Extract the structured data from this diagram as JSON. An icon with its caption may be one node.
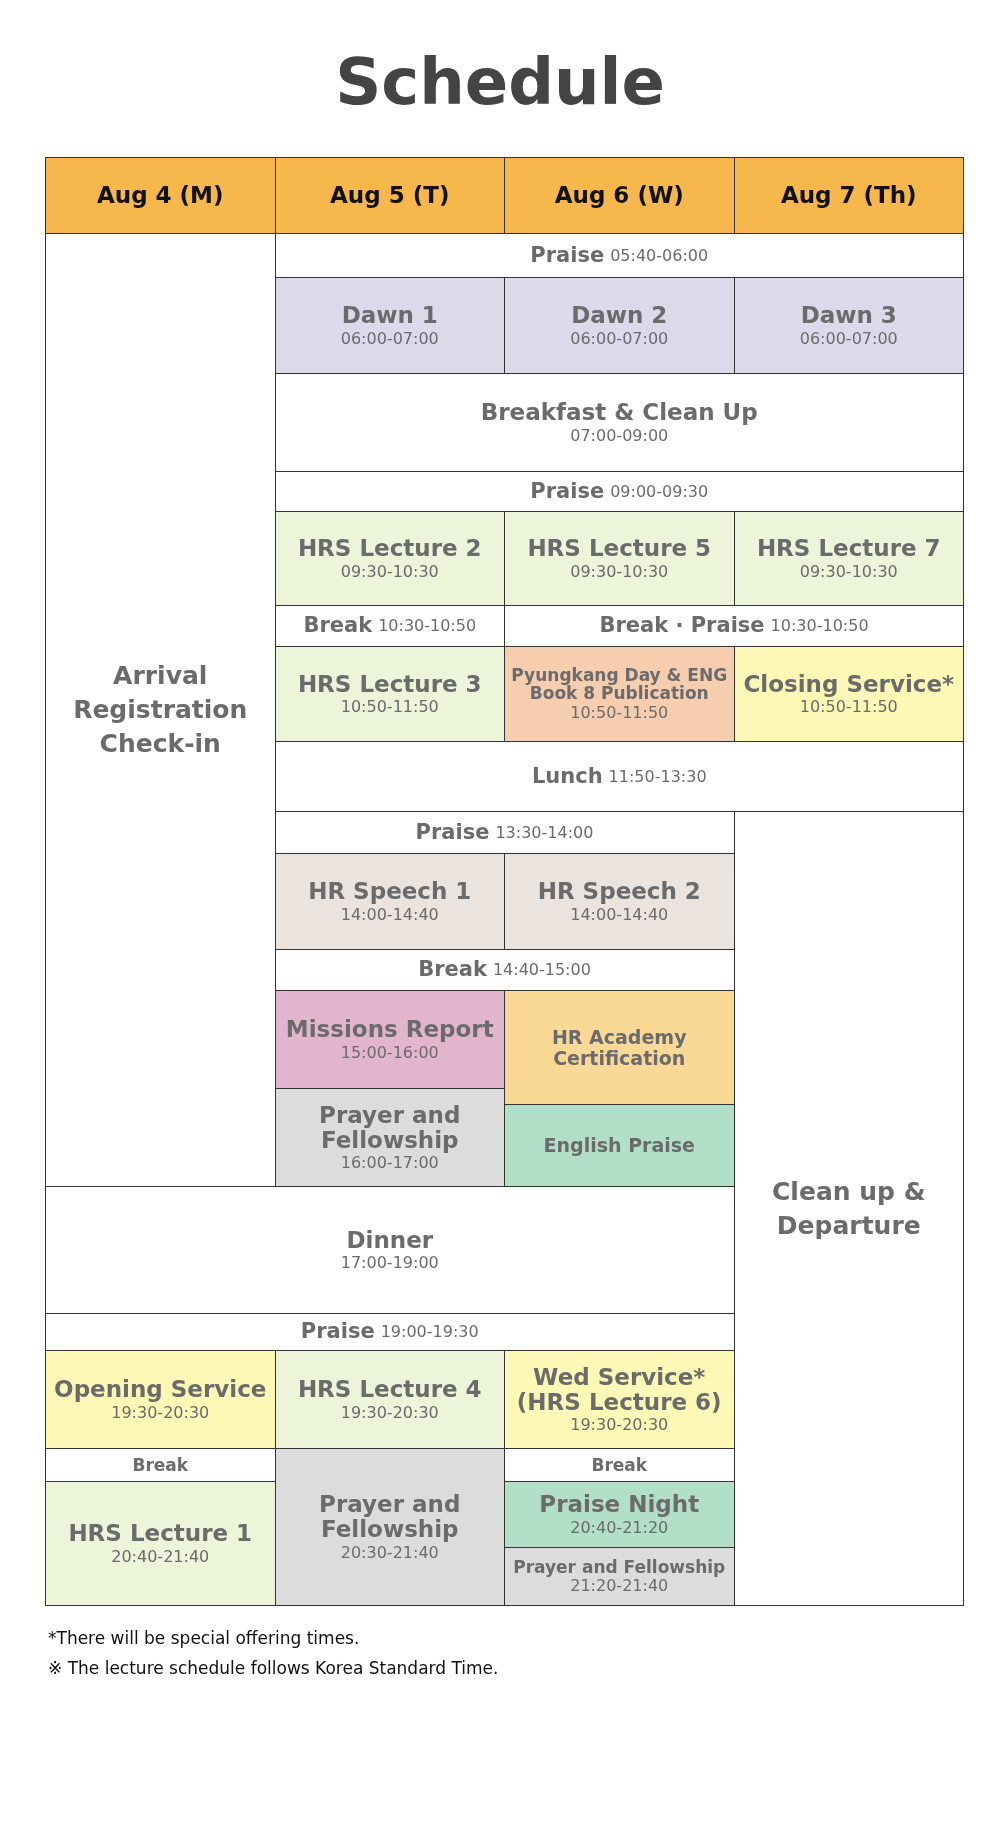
{
  "diagram": {
    "title": "Schedule",
    "nodes": [
      {
        "text": [
          "Aug 4 (M)"
        ]
      },
      {
        "text": [
          "Aug 5 (T)"
        ]
      },
      {
        "text": [
          "Aug 6 (W)"
        ]
      },
      {
        "text": [
          "Aug 7 (Th)"
        ]
      },
      {
        "text": [
          "Arrival Registration Check-in"
        ]
      },
      {
        "text": [
          "Praise",
          "05:40-06:00"
        ]
      },
      {
        "text": [
          "Dawn 1",
          "06:00-07:00"
        ]
      },
      {
        "text": [
          "Dawn 2",
          "06:00-07:00"
        ]
      },
      {
        "text": [
          "Dawn 3",
          "06:00-07:00"
        ]
      },
      {
        "text": [
          "Breakfast & Clean Up",
          "07:00-09:00"
        ]
      },
      {
        "text": [
          "Praise",
          "09:00-09:30"
        ]
      },
      {
        "text": [
          "HRS Lecture 2",
          "09:30-10:30"
        ]
      },
      {
        "text": [
          "HRS Lecture 5",
          "09:30-10:30"
        ]
      },
      {
        "text": [
          "HRS Lecture 7",
          "09:30-10:30"
        ]
      },
      {
        "text": [
          "Break",
          "10:30-10:50"
        ]
      },
      {
        "text": [
          "Break · Praise",
          "10:30-10:50"
        ]
      },
      {
        "text": [
          "HRS Lecture 3",
          "10:50-11:50"
        ]
      },
      {
        "text": [
          "Pyungkang Day & ENG Book 8 Publication",
          "10:50-11:50"
        ]
      },
      {
        "text": [
          "Closing Service*",
          "10:50-11:50"
        ]
      },
      {
        "text": [
          "Lunch",
          "11:50-13:30"
        ]
      },
      {
        "text": [
          "Praise",
          "13:30-14:00"
        ]
      },
      {
        "text": [
          "Clean up & Departure"
        ]
      },
      {
        "text": [
          "HR Speech 1",
          "14:00-14:40"
        ]
      },
      {
        "text": [
          "HR Speech 2",
          "14:00-14:40"
        ]
      },
      {
        "text": [
          "Break",
          "14:40-15:00"
        ]
      },
      {
        "text": [
          "Missions Report",
          "15:00-16:00"
        ]
      },
      {
        "text": [
          "HR Academy Certification"
        ]
      },
      {
        "text": [
          "Prayer and Fellowship",
          "16:00-17:00"
        ]
      },
      {
        "text": [
          "English Praise"
        ]
      },
      {
        "text": [
          "Dinner",
          "17:00-19:00"
        ]
      },
      {
        "text": [
          "Praise",
          "19:00-19:30"
        ]
      },
      {
        "text": [
          "Opening Service",
          "19:30-20:30"
        ]
      },
      {
        "text": [
          "HRS Lecture 4",
          "19:30-20:30"
        ]
      },
      {
        "text": [
          "Wed Service* (HRS Lecture 6)",
          "19:30-20:30"
        ]
      },
      {
        "text": [
          "Break"
        ]
      },
      {
        "text": [
          "Prayer and Fellowship",
          "20:30-21:40"
        ]
      },
      {
        "text": [
          "Break"
        ]
      },
      {
        "text": [
          "HRS Lecture 1",
          "20:40-21:40"
        ]
      },
      {
        "text": [
          "Praise Night",
          "20:40-21:20"
        ]
      },
      {
        "text": [
          "Prayer and Fellowship",
          "21:20-21:40"
        ]
      }
    ],
    "labels": [
      "*There will be special offering times.",
      "※ The lecture schedule follows Korea Standard Time."
    ]
  }
}
